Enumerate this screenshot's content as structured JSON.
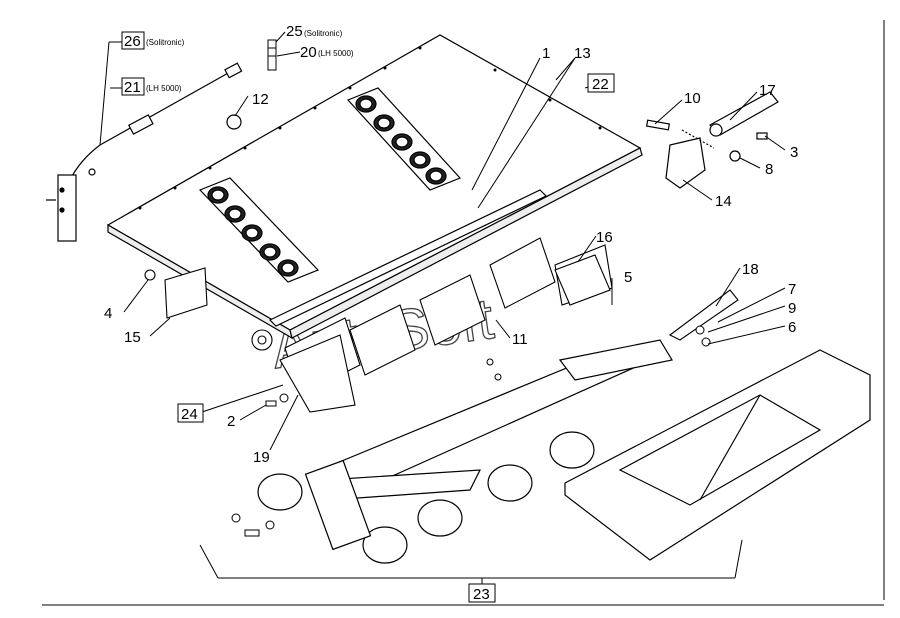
{
  "diagram": {
    "callouts": {
      "c1": "1",
      "c2": "2",
      "c3": "3",
      "c4": "4",
      "c5": "5",
      "c6": "6",
      "c7": "7",
      "c8": "8",
      "c9": "9",
      "c10": "10",
      "c11": "11",
      "c12": "12",
      "c13": "13",
      "c14": "14",
      "c15": "15",
      "c16": "16",
      "c17": "17",
      "c18": "18",
      "c19": "19",
      "c20": "20",
      "c25": "25"
    },
    "boxed": {
      "b21": "21",
      "b22": "22",
      "b23": "23",
      "b24": "24",
      "b26": "26"
    },
    "notes": {
      "n26": "(Solitronic)",
      "n21": "(LH 5000)",
      "n25": "(Solitronic)",
      "n20": "(LH 5000)"
    },
    "watermark": "AutoSoft"
  }
}
